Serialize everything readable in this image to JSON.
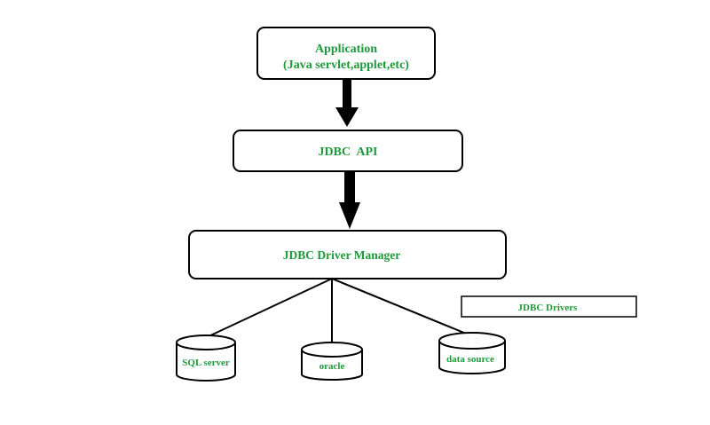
{
  "diagram": {
    "colors": {
      "text": "#1f9a3a",
      "stroke": "#000000",
      "background": "#ffffff"
    },
    "application": {
      "line1": "Application",
      "line2": "(Java servlet,applet,etc)"
    },
    "jdbc_api": {
      "label": "JDBC  API"
    },
    "driver_manager": {
      "label": "JDBC Driver Manager"
    },
    "drivers_label": {
      "label": "JDBC Drivers"
    },
    "data_sources": [
      {
        "label": "SQL server"
      },
      {
        "label": "oracle"
      },
      {
        "label": "data source"
      }
    ]
  }
}
